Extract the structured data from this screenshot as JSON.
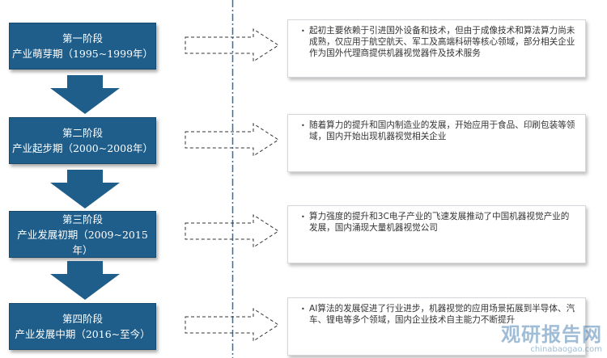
{
  "stages": [
    {
      "title": "第一阶段",
      "period": "产业萌芽期（1995~1999年）",
      "description": "起初主要依赖于引进国外设备和技术，但由于成像技术和算法算力尚未成熟，仅应用于航空航天、军工及高端科研等核心领域，部分相关企业作为国外代理商提供机器视觉器件及技术服务"
    },
    {
      "title": "第二阶段",
      "period": "产业起步期（2000~2008年）",
      "description": "随着算力的提升和国内制造业的发展，开始应用于食品、印刷包装等领域，国内开始出现机器视觉相关企业"
    },
    {
      "title": "第三阶段",
      "period": "产业发展初期（2009~2015年）",
      "description": "算力强度的提升和3C电子产业的飞速发展推动了中国机器视觉产业的发展，国内涌现大量机器视觉公司"
    },
    {
      "title": "第四阶段",
      "period": "产业发展中期（2016~至今）",
      "description": "AI算法的发展促进了行业进步，机器视觉的应用场景拓展到半导体、汽车、锂电等多个领域，国内企业技术自主能力不断提升"
    }
  ],
  "watermark": {
    "cn": "观研报告网",
    "en": "chinabaogao.com"
  },
  "colors": {
    "stage_fill": "#1f5e8a",
    "arrow_fill": "#1f5e8a",
    "divider": "#2d6fa6"
  }
}
